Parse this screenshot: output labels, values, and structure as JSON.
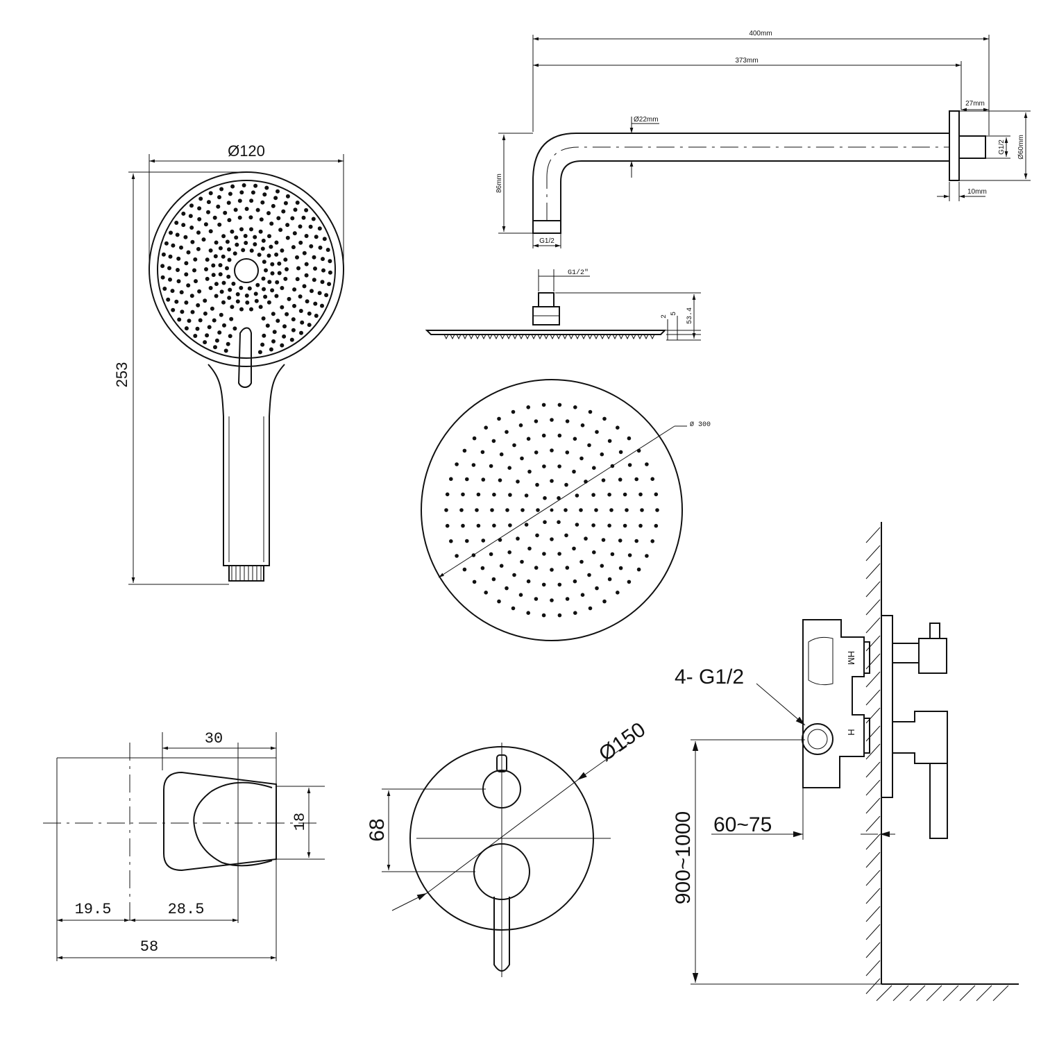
{
  "hand_shower": {
    "width_label": "Ø120",
    "length_label": "253",
    "spray_face_dots": "many"
  },
  "shower_arm": {
    "overall_length_label": "400mm",
    "arm_length_label": "373mm",
    "flange_depth_label": "27mm",
    "pipe_diameter_label": "Ø22mm",
    "height_label": "86mm",
    "outlet_thread_label": "G1/2",
    "wall_thread_label": "G1/2",
    "flange_diameter_label": "Ø60mm",
    "flange_thickness_label": "10mm"
  },
  "rain_head_side": {
    "thread_label": "G1/2\"",
    "dim_a": "2",
    "dim_b": "5",
    "dim_c": "53.4"
  },
  "rain_head_top": {
    "diameter_label": "Ø 300"
  },
  "holder": {
    "top_width_label": "30",
    "height_label": "18",
    "left_label": "19.5",
    "middle_label": "28.5",
    "overall_label": "58"
  },
  "valve_plate": {
    "diameter_label": "Ø150",
    "spacing_label": "68"
  },
  "installation": {
    "connections_label": "4- G1/2",
    "wall_depth_label": "60~75",
    "height_label": "900~1000",
    "body_marks": [
      "HM",
      "H"
    ]
  }
}
